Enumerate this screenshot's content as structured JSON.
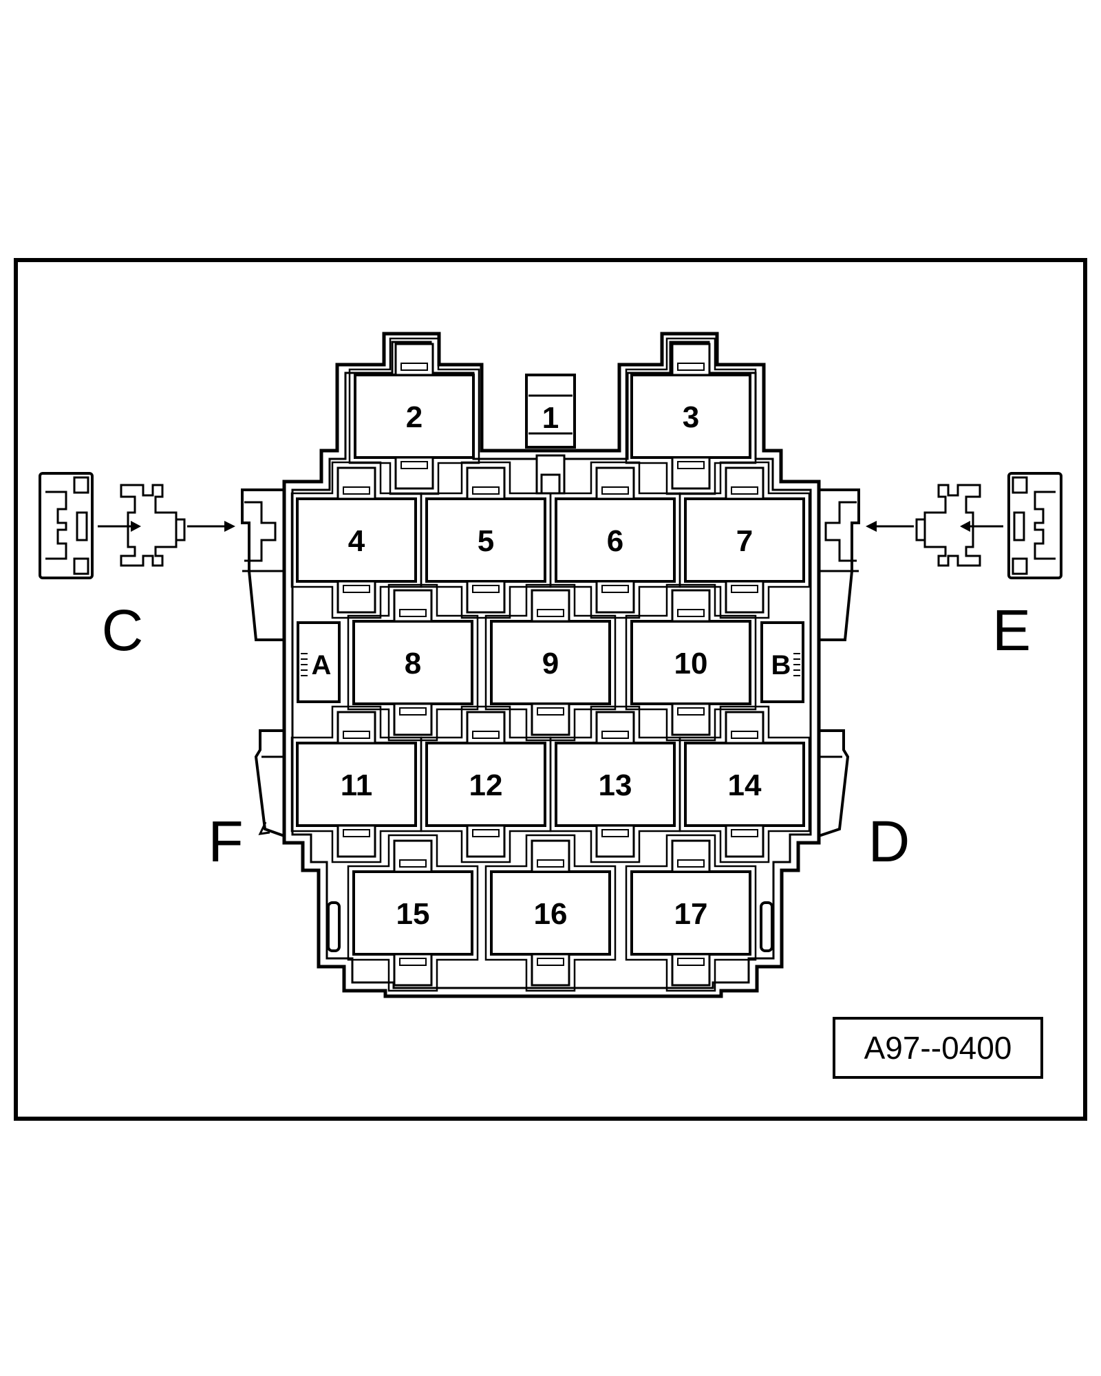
{
  "slots": [
    "1",
    "2",
    "3",
    "4",
    "5",
    "6",
    "7",
    "8",
    "9",
    "10",
    "11",
    "12",
    "13",
    "14",
    "15",
    "16",
    "17"
  ],
  "small_slots": [
    "A",
    "B"
  ],
  "connectors": [
    "C",
    "D",
    "E",
    "F"
  ],
  "reference": "A97--0400"
}
